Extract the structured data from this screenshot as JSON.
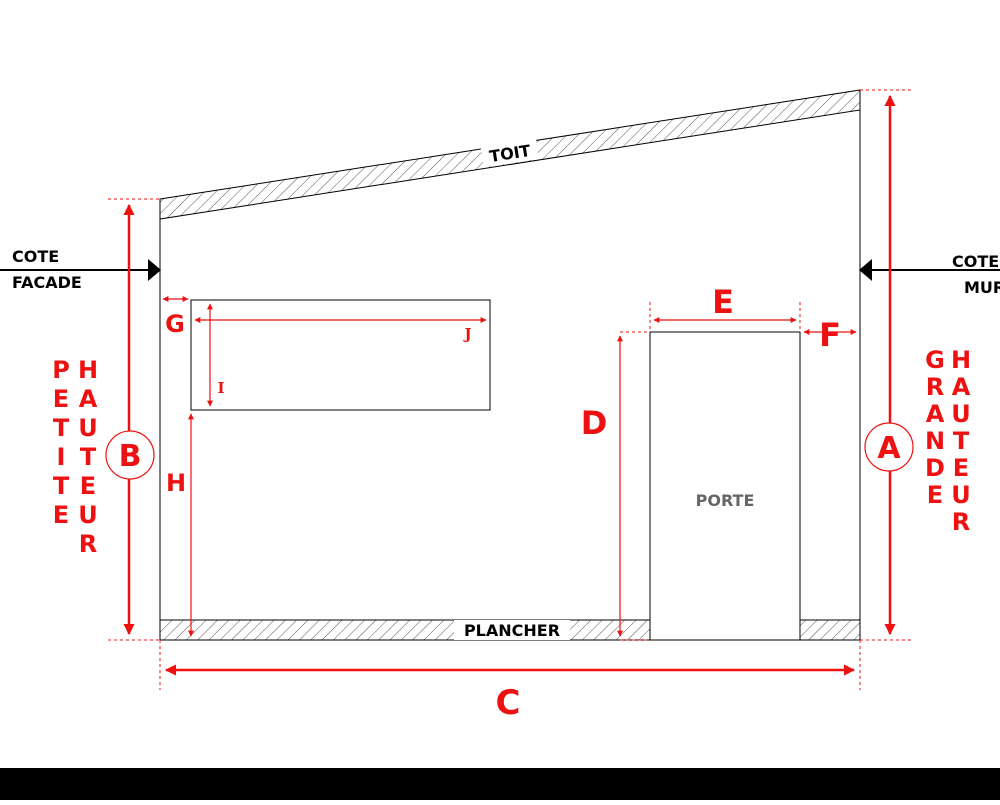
{
  "labels": {
    "roof": "TOIT",
    "floor": "PLANCHER",
    "door": "PORTE",
    "front_side_line1": "COTE",
    "front_side_line2": "FACADE",
    "wall_side_line1": "COTE",
    "wall_side_line2": "MUR",
    "small_height_word1": "PETITE",
    "small_height_word2": "HAUTEUR",
    "large_height_word1": "GRANDE",
    "large_height_word2": "HAUTEUR"
  },
  "dimensions": {
    "A": "A",
    "B": "B",
    "C": "C",
    "D": "D",
    "E": "E",
    "F": "F",
    "G": "G",
    "H": "H",
    "I": "I",
    "J": "J"
  },
  "colors": {
    "dimension": "#ee1111",
    "outline": "#000000",
    "door_text": "#666666",
    "hatch": "#555555"
  }
}
